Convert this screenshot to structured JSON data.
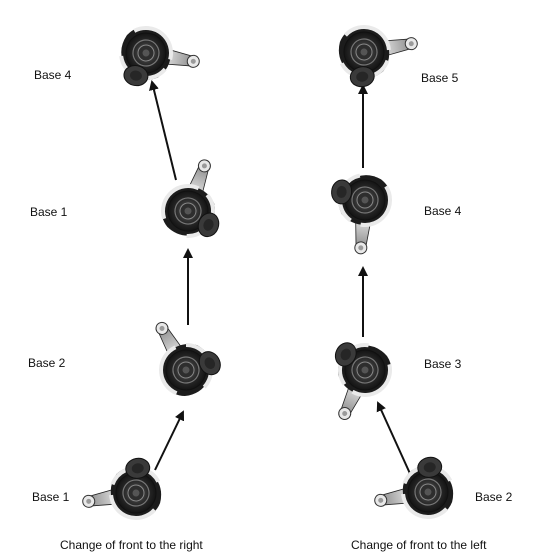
{
  "left_column": {
    "caption": "Change of front to the right",
    "labels": [
      "Base 4",
      "Base 1",
      "Base 2",
      "Base 1"
    ]
  },
  "right_column": {
    "caption": "Change of front to the left",
    "labels": [
      "Base 5",
      "Base 4",
      "Base 3",
      "Base 2"
    ]
  },
  "colors": {
    "arrow": "#111111",
    "wheel_dark": "#1e1e1e",
    "wheel_mid": "#4a4a4a",
    "spar": "#d8d8d8",
    "ring": "#e6e6e6"
  }
}
